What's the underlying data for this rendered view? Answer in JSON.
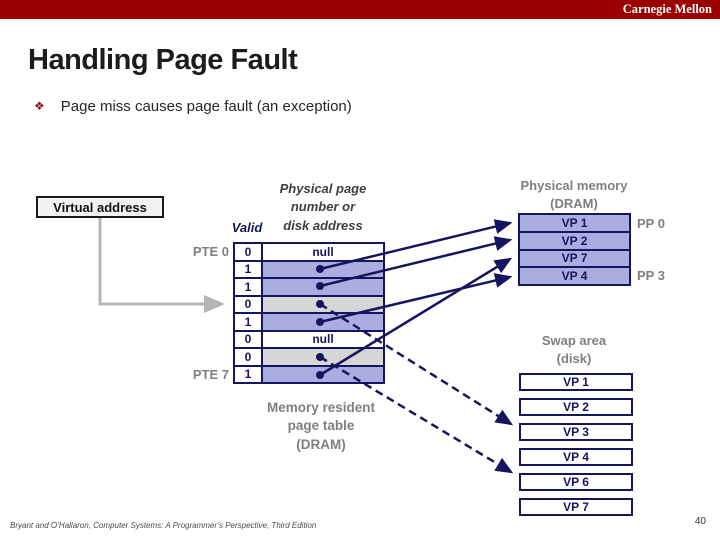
{
  "brand": "Carnegie Mellon",
  "title": "Handling Page Fault",
  "bullet": {
    "marker": "❖",
    "text": "Page miss causes page fault (an exception)"
  },
  "diagram": {
    "virtual_address_label": "Virtual address",
    "valid_header": "Valid",
    "ppn_header_lines": [
      "Physical page",
      "number or",
      "disk address"
    ],
    "pte_first_label": "PTE 0",
    "pte_last_label": "PTE 7",
    "page_table": {
      "rows": [
        {
          "valid": "0",
          "content": "null"
        },
        {
          "valid": "1",
          "content": ""
        },
        {
          "valid": "1",
          "content": ""
        },
        {
          "valid": "0",
          "content": ""
        },
        {
          "valid": "1",
          "content": ""
        },
        {
          "valid": "0",
          "content": "null"
        },
        {
          "valid": "0",
          "content": ""
        },
        {
          "valid": "1",
          "content": ""
        }
      ]
    },
    "page_table_caption_lines": [
      "Memory resident",
      "page table",
      "(DRAM)"
    ],
    "dram": {
      "title_lines": [
        "Physical memory",
        "(DRAM)"
      ],
      "rows": [
        "VP 1",
        "VP 2",
        "VP 7",
        "VP 4"
      ],
      "pp_top_label": "PP 0",
      "pp_bottom_label": "PP 3"
    },
    "disk": {
      "title_lines": [
        "Swap area",
        "(disk)"
      ],
      "rows": [
        "VP 1",
        "VP 2",
        "VP 3",
        "VP 4",
        "VP 6",
        "VP 7"
      ]
    }
  },
  "footer": {
    "citation": "Bryant and O’Hallaron, Computer Systems: A Programmer’s Perspective, Third Edition",
    "page_number": "40"
  },
  "colors": {
    "brand_maroon": "#9b0000",
    "navy": "#15155f",
    "cell_blue": "#a9addf",
    "cell_gray": "#d6d6d6",
    "label_gray": "#7f7f7f",
    "arrow_gray": "#b5b5b5",
    "bullet_red": "#8e1a1a"
  }
}
